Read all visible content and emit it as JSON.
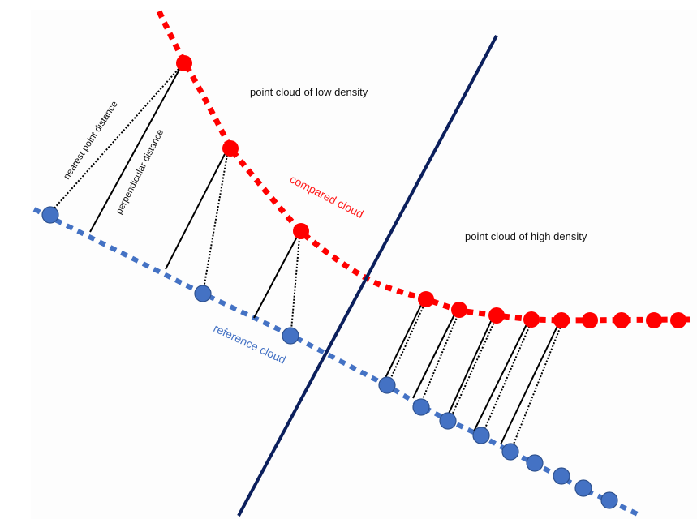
{
  "labels": {
    "low_density": "point cloud of low density",
    "high_density": "point cloud of high density",
    "compared_cloud": "compared cloud",
    "reference_cloud": "reference cloud",
    "nearest_point_distance": "nearest point distance",
    "perpendicular_distance": "perpendicular distance"
  },
  "colors": {
    "compared": "#ff0000",
    "reference": "#4472c4",
    "reference_stroke": "#2f528f",
    "divider": "#0b1f5c",
    "distance": "#000000"
  },
  "legend_semantics": {
    "solid_line": "perpendicular distance",
    "dotted_line": "nearest point distance"
  }
}
